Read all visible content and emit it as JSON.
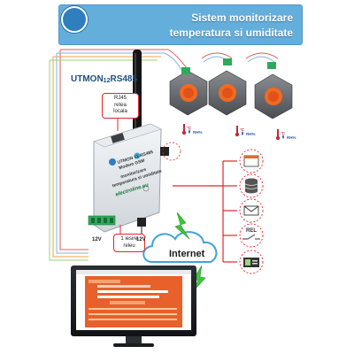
{
  "title": {
    "line1": "Sistem monitorizare",
    "line2": "temperatura si umiditate"
  },
  "device": {
    "model_prefix": "UTMON",
    "model_sub": "12",
    "model_suffix": "RS485",
    "face_line1": "UTMON 12 RS485",
    "face_line2": "Modem GSM",
    "face_line3": "monitorizare",
    "face_line4": "temperatura si umiditate",
    "brand": "electroline.eu"
  },
  "callouts": {
    "rs485_line1": "RJ45",
    "rs485_line2": "retea",
    "rs485_line3": "locala",
    "relay_line1": "1 iesire",
    "relay_line2": "releu"
  },
  "power": {
    "left_label": "12V",
    "right_label": "12V"
  },
  "network": {
    "label": "Internet"
  },
  "sensors": [
    {
      "temp": "°C",
      "hum": "RH%"
    },
    {
      "temp": "°C",
      "hum": "RH%"
    },
    {
      "temp": "°C",
      "hum": "RH%"
    }
  ],
  "outputs": {
    "relay_label": "REL"
  },
  "icons": {
    "logo": "network-globe-icon",
    "outputs": [
      "web-page-icon",
      "database-icon",
      "email-icon",
      "relay-icon",
      "sms-display-icon"
    ]
  },
  "colors": {
    "title_bar": "#64aedc",
    "callout_red": "#e3262b",
    "sensor_orange": "#f26a21",
    "connector_green": "#2eaa5a",
    "lightning_green": "#3ec43a",
    "cloud_blue": "#3fa3dc"
  }
}
